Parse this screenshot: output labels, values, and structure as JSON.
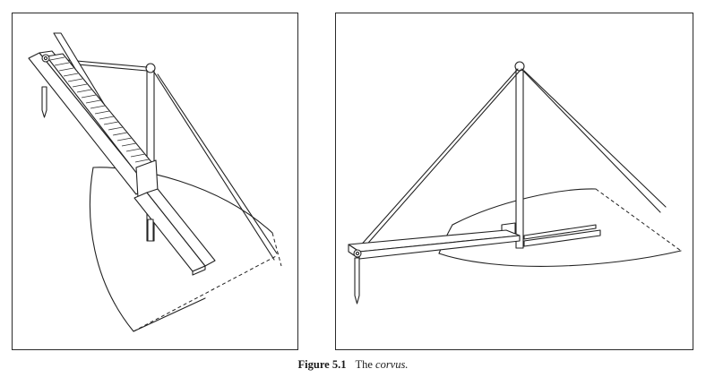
{
  "figure": {
    "label": "Figure 5.1",
    "caption_prefix": "The ",
    "caption_emph": "corvus."
  },
  "panels": [
    {
      "view": "boarding-bridge-raised"
    },
    {
      "view": "boarding-bridge-lowered"
    }
  ]
}
